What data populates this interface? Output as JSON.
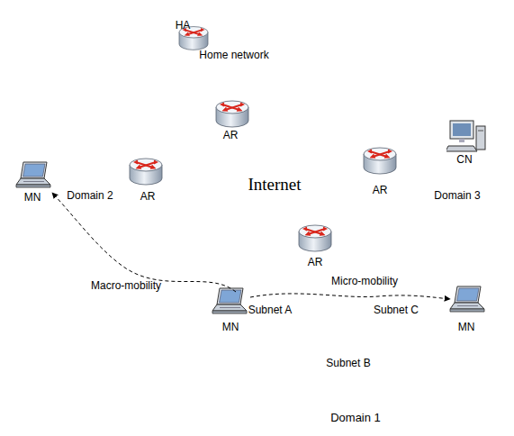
{
  "diagram": {
    "nodes": [
      {
        "text": [
          "HA",
          "Home network"
        ]
      },
      {
        "text": [
          "Internet"
        ]
      },
      {
        "text": [
          "Domain 2"
        ]
      },
      {
        "text": [
          "CN",
          "Domain 3"
        ]
      },
      {
        "text": [
          "Domain 1"
        ]
      },
      {
        "text": [
          "Subnet A"
        ],
        "in": 4
      },
      {
        "text": [
          "Subnet C"
        ],
        "in": 4
      },
      {
        "text": [
          "Subnet B"
        ],
        "in": 4
      }
    ],
    "labels": [
      "AR",
      "AR",
      "AR",
      "AR",
      "MN",
      "MN",
      "MN",
      "Macro-mobility",
      "Micro-mobility"
    ]
  }
}
